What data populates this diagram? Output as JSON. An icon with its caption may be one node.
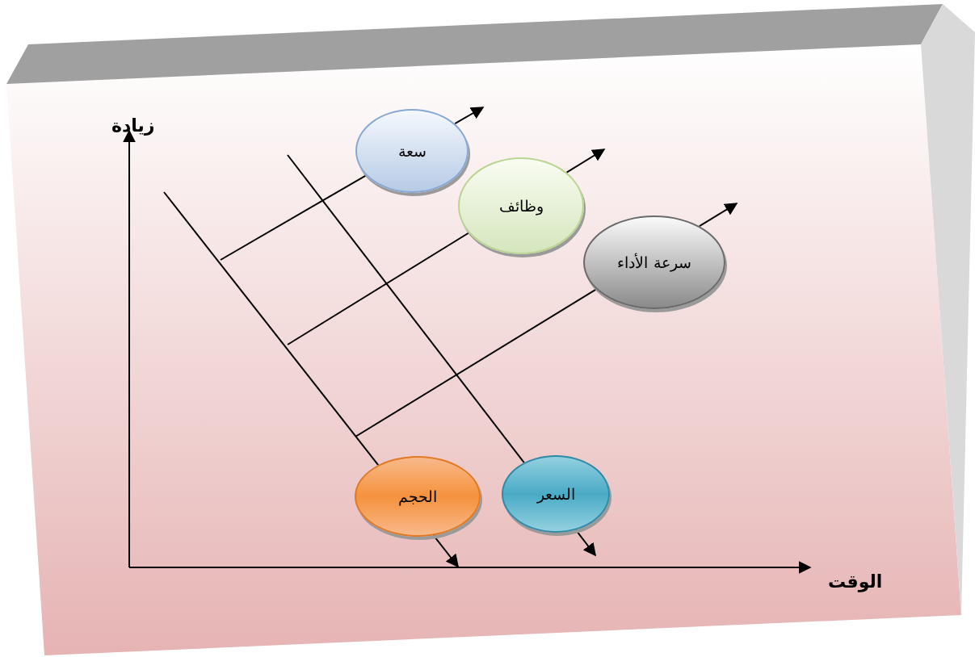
{
  "diagram": {
    "nodes": [
      {
        "text": [
          "سعة"
        ]
      },
      {
        "text": [
          "وظائف"
        ]
      },
      {
        "text": [
          "سرعة الأداء"
        ]
      },
      {
        "text": [
          "الحجم"
        ]
      },
      {
        "text": [
          "السعر"
        ]
      }
    ],
    "edges": [
      {
        "from": null,
        "to": 0,
        "arrow": "none"
      },
      {
        "from": 0,
        "to": null,
        "arrow": "to"
      },
      {
        "from": null,
        "to": 1,
        "arrow": "none"
      },
      {
        "from": 1,
        "to": null,
        "arrow": "to"
      },
      {
        "from": null,
        "to": 2,
        "arrow": "none"
      },
      {
        "from": 2,
        "to": null,
        "arrow": "to"
      },
      {
        "from": null,
        "to": 3,
        "arrow": "none"
      },
      {
        "from": 3,
        "to": null,
        "arrow": "to"
      },
      {
        "from": null,
        "to": 4,
        "arrow": "none"
      },
      {
        "from": 4,
        "to": null,
        "arrow": "to"
      }
    ],
    "labels": [
      "زيادة",
      "الوقت"
    ]
  }
}
